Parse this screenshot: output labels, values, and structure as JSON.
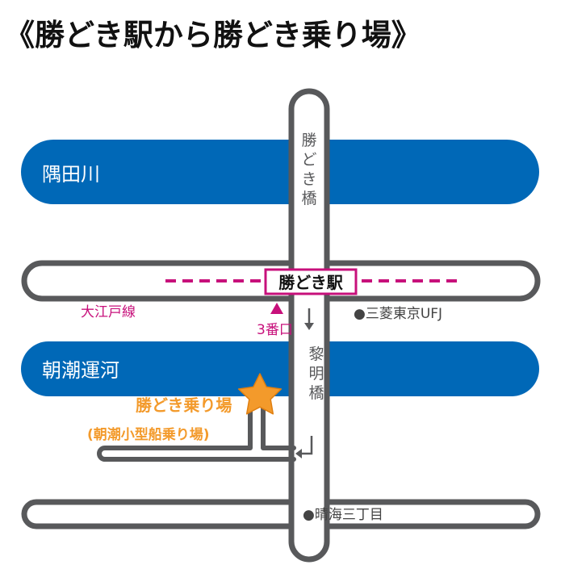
{
  "title": "《勝どき駅から勝どき乗り場》",
  "rivers": {
    "sumida": "隅田川",
    "asashio": "朝潮運河"
  },
  "bridges": {
    "kachidoki_bashi": [
      "勝",
      "ど",
      "き",
      "橋"
    ],
    "reimei_bashi": [
      "黎",
      "明",
      "橋"
    ]
  },
  "station": {
    "name": "勝どき駅",
    "line": "大江戸線",
    "exit": "3番口"
  },
  "landmarks": {
    "bank": "●三菱東京UFJ",
    "harumi": "●晴海三丁目"
  },
  "destination": {
    "name": "勝どき乗り場",
    "subtitle": "(朝潮小型船乗り場)"
  },
  "icons": {
    "exit_marker": "triangle-up",
    "destination_marker": "star",
    "direction": "arrow-down"
  },
  "colors": {
    "river": "#0068b7",
    "road_outline": "#58595b",
    "rail_line": "#c7107b",
    "destination": "#f39a2b",
    "exit_text": "#c7107b"
  }
}
